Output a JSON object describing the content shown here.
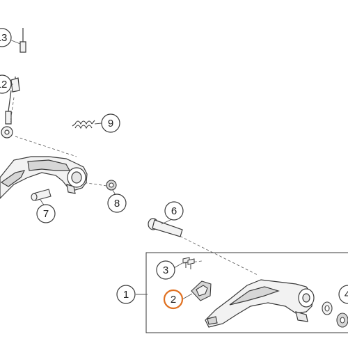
{
  "diagram": {
    "colors": {
      "line": "#3a3a3a",
      "part_fill": "#f2f2f2",
      "part_shade": "#d6d6d6",
      "callout_border": "#3a3a3a",
      "highlight": "#e07020",
      "leader": "#555555"
    },
    "callouts": [
      {
        "id": "c13",
        "label": "13",
        "highlighted": false
      },
      {
        "id": "c12",
        "label": "12",
        "highlighted": false
      },
      {
        "id": "c9",
        "label": "9",
        "highlighted": false
      },
      {
        "id": "c8",
        "label": "8",
        "highlighted": false
      },
      {
        "id": "c7",
        "label": "7",
        "highlighted": false
      },
      {
        "id": "c6",
        "label": "6",
        "highlighted": false
      },
      {
        "id": "c3",
        "label": "3",
        "highlighted": false
      },
      {
        "id": "c2",
        "label": "2",
        "highlighted": true
      },
      {
        "id": "c1",
        "label": "1",
        "highlighted": false
      },
      {
        "id": "c4",
        "label": "4",
        "highlighted": false
      }
    ]
  }
}
